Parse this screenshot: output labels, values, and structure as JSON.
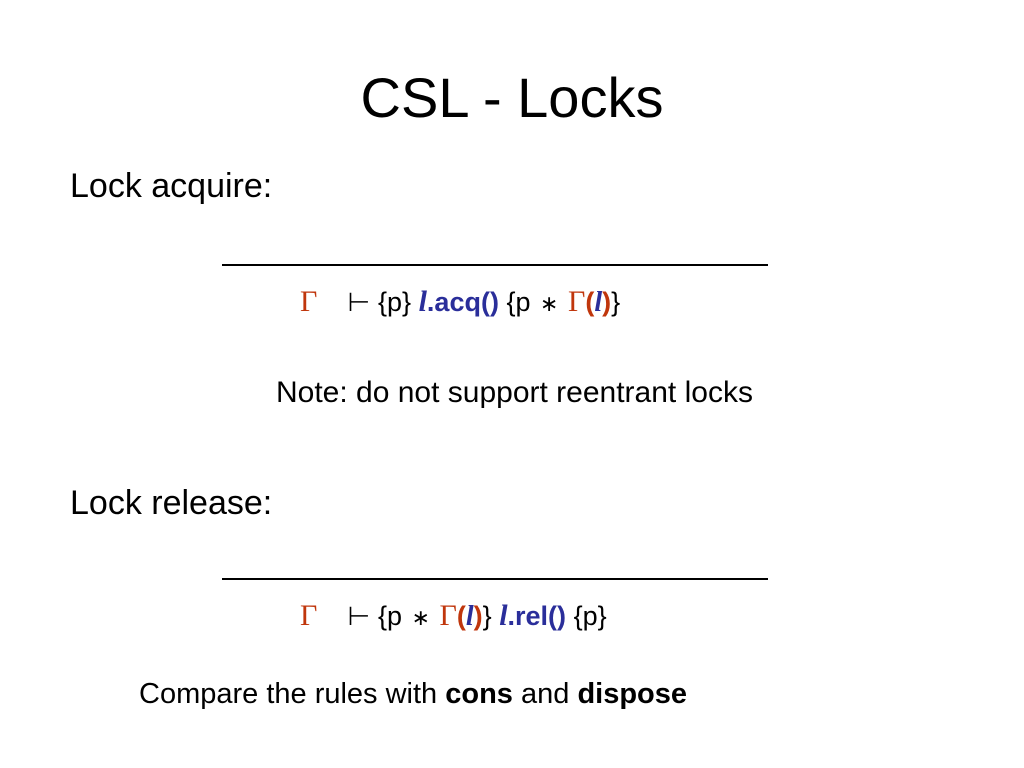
{
  "slide": {
    "title": "CSL - Locks",
    "acquire": {
      "heading": "Lock acquire:",
      "context": "Γ",
      "turnstile": "⊢",
      "pre_open": "{p}",
      "lock_var": "l",
      "op": ".acq()",
      "post_open": "{p",
      "star": "∗",
      "inv": "Γ",
      "paren_open": "(",
      "inv_lock": "l",
      "paren_close": ")",
      "post_close": "}"
    },
    "note": "Note: do not support reentrant locks",
    "release": {
      "heading": "Lock release:",
      "context": "Γ",
      "turnstile": "⊢",
      "pre_open": "{p",
      "star": "∗",
      "inv": "Γ",
      "paren_open": "(",
      "inv_lock": "l",
      "paren_close": ")",
      "pre_close": "}",
      "lock_var": "l",
      "op": ".rel()",
      "post": "{p}"
    },
    "compare": {
      "prefix": "Compare the rules with ",
      "word1": "cons",
      "middle": " and ",
      "word2": "dispose"
    }
  },
  "colors": {
    "gamma": "#c0360c",
    "operation": "#2a2e9a",
    "text": "#000000",
    "background": "#ffffff"
  }
}
